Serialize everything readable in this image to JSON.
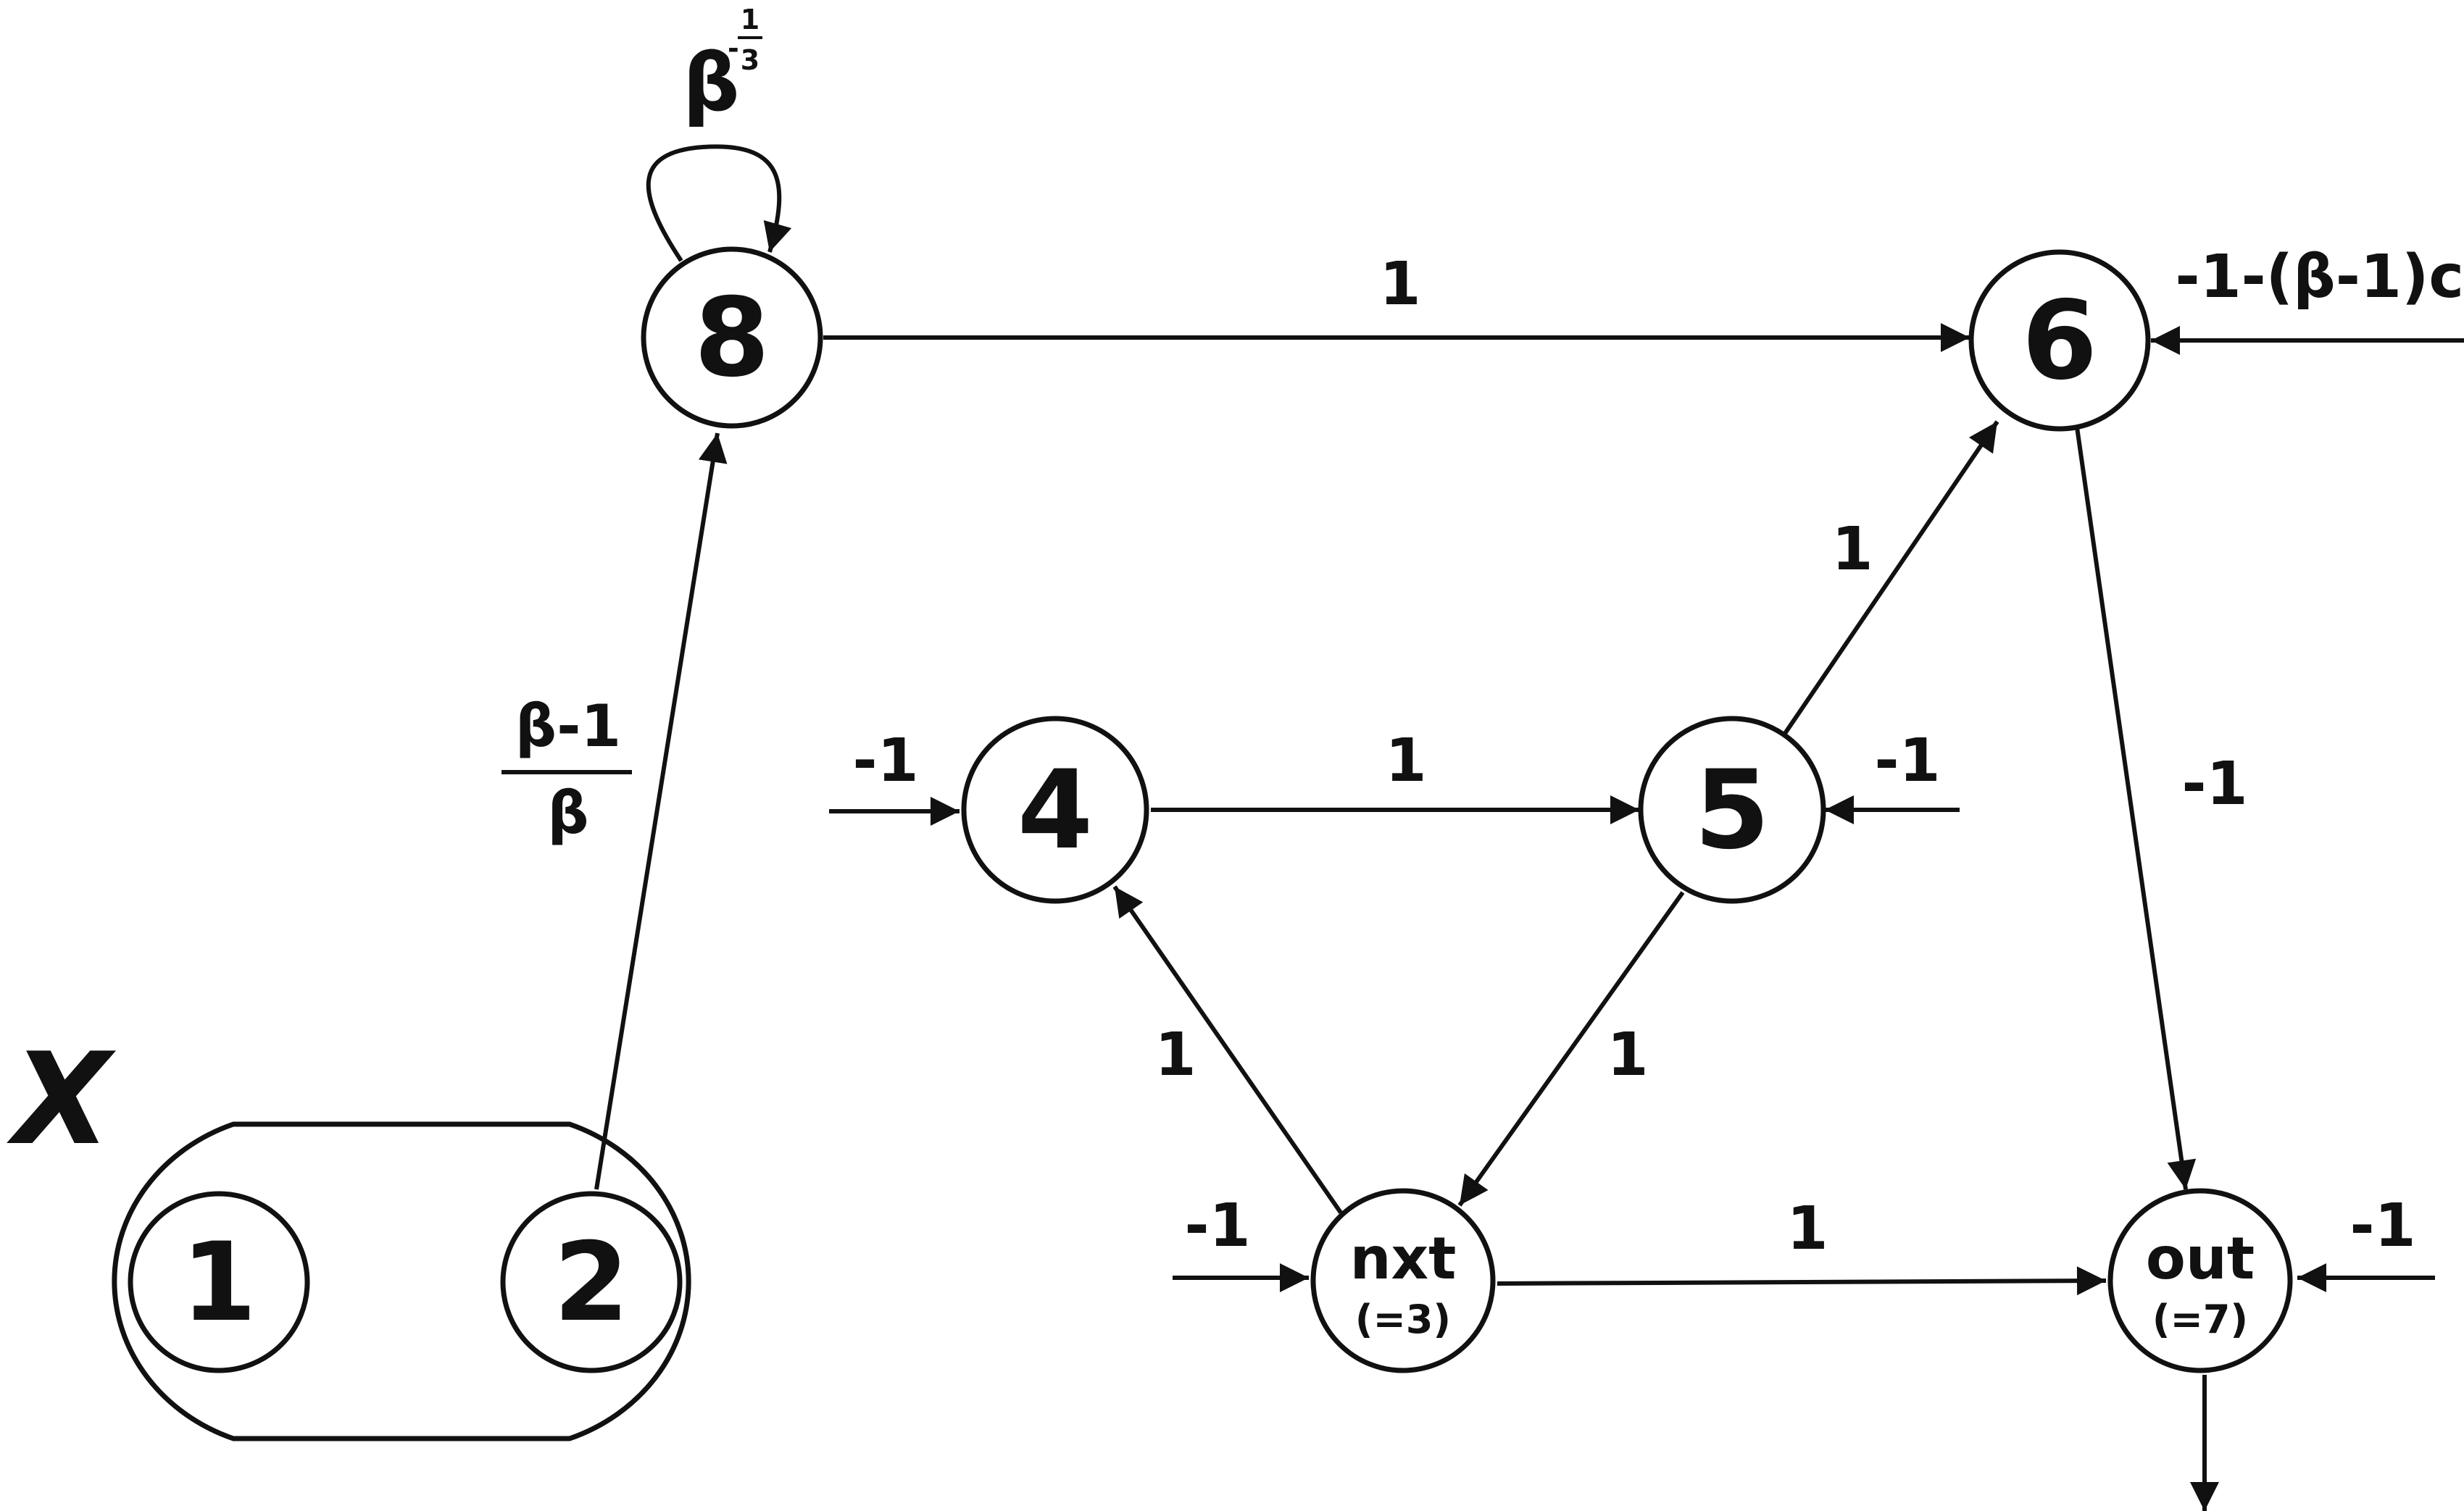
{
  "group_label": "X",
  "nodes": {
    "n1": {
      "label": "1"
    },
    "n2": {
      "label": "2"
    },
    "n8": {
      "label": "8"
    },
    "n6": {
      "label": "6"
    },
    "n4": {
      "label": "4"
    },
    "n5": {
      "label": "5"
    },
    "nxt": {
      "label": "nxt",
      "sub": "(=3)"
    },
    "out": {
      "label": "out",
      "sub": "(=7)"
    }
  },
  "self_loop_label": {
    "base": "β",
    "exp_sign": "-",
    "exp_num": "1",
    "exp_den": "3"
  },
  "edge_labels": {
    "e2_8": {
      "num": "β-1",
      "den": "β"
    },
    "e8_6": "1",
    "e4_5": "1",
    "e5_6": "1",
    "e5_nxt": "1",
    "enxt_4": "1",
    "enxt_out": "1",
    "e6_out": "-1",
    "in4": "-1",
    "in5": "-1",
    "innxt": "-1",
    "inout": "-1",
    "in6": "-1-(β-1)c"
  }
}
